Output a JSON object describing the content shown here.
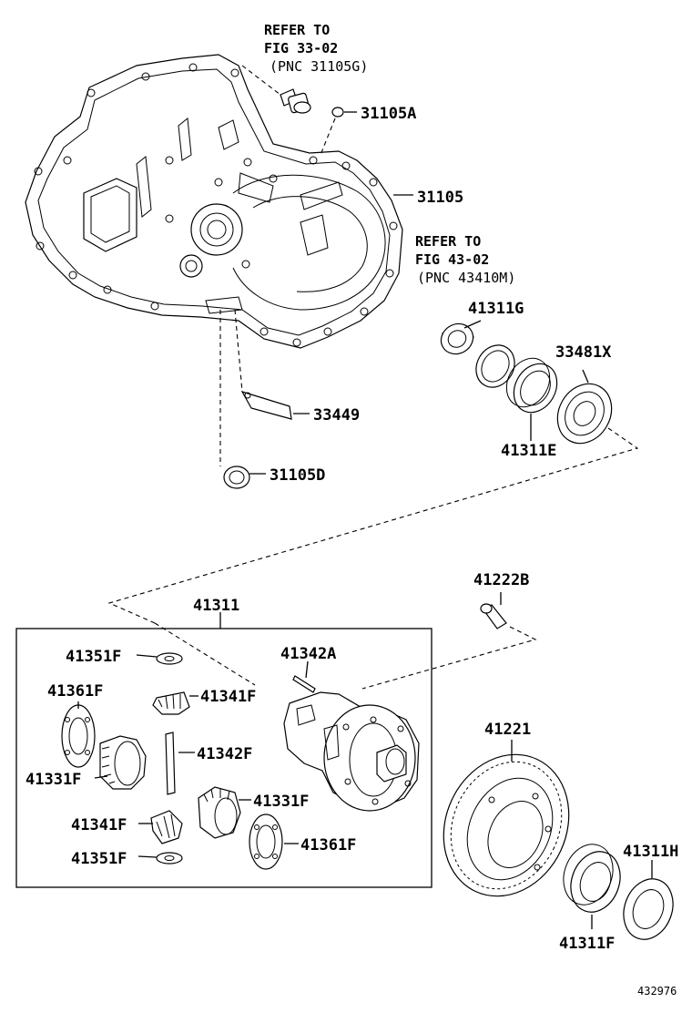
{
  "diagram_id": "432976",
  "references": {
    "ref_top": {
      "line1": "REFER TO",
      "line2": "FIG 33-02",
      "line3": "(PNC 31105G)"
    },
    "ref_mid": {
      "line1": "REFER TO",
      "line2": "FIG 43-02",
      "line3": "(PNC 43410M)"
    }
  },
  "callouts": {
    "p31105A": "31105A",
    "p31105": "31105",
    "p41311G": "41311G",
    "p33481X": "33481X",
    "p41311E": "41311E",
    "p33449": "33449",
    "p31105D": "31105D",
    "p41222B": "41222B",
    "p41311": "41311",
    "p41351F_top": "41351F",
    "p41342A": "41342A",
    "p41361F_left": "41361F",
    "p41341F_top": "41341F",
    "p41342F": "41342F",
    "p41331F_left": "41331F",
    "p41331F_right": "41331F",
    "p41341F_bottom": "41341F",
    "p41361F_right": "41361F",
    "p41351F_bottom": "41351F",
    "p41221": "41221",
    "p41311H": "41311H",
    "p41311F": "41311F"
  }
}
